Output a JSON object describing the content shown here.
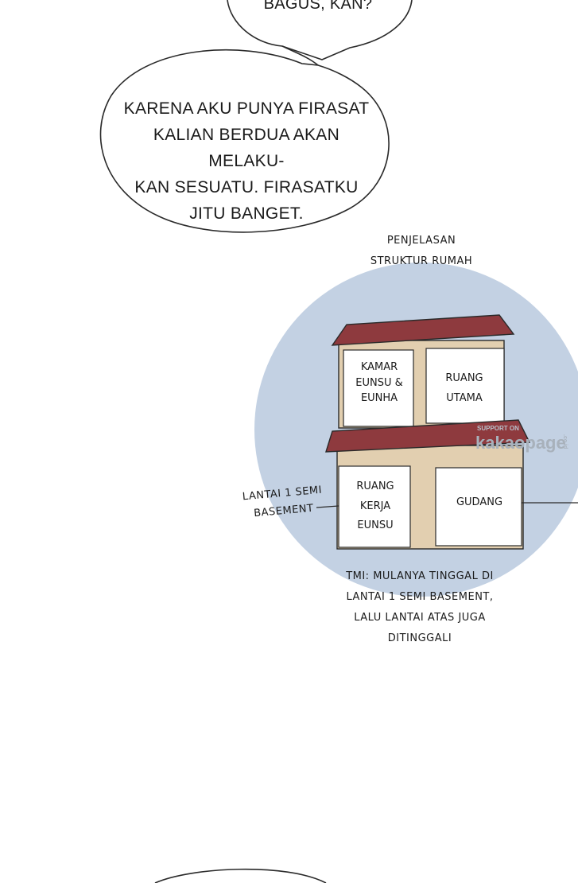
{
  "bubbles": {
    "top_text": "BAGUS, KAN?",
    "main_lines": [
      "KARENA AKU PUNYA FIRASAT",
      "KALIAN BERDUA AKAN MELAKU-",
      "KAN SESUATU. FIRASATKU",
      "JITU BANGET."
    ]
  },
  "diagram": {
    "title_lines": [
      "PENJELASAN",
      "STRUKTUR RUMAH"
    ],
    "rooms": {
      "kamar": [
        "KAMAR",
        "EUNSU &",
        "EUNHA"
      ],
      "utama": [
        "RUANG",
        "UTAMA"
      ],
      "kerja": [
        "RUANG",
        "KERJA",
        "EUNSU"
      ],
      "gudang": [
        "GUDANG"
      ]
    },
    "side_label_lines": [
      "LANTAI 1 SEMI",
      "BASEMENT"
    ],
    "note_lines": [
      "TMI: MULANYA TINGGAL DI",
      "LANTAI 1 SEMI BASEMENT,",
      "LALU LANTAI ATAS JUGA",
      "DITINGGALI"
    ]
  },
  "watermark": {
    "small": "SUPPORT ON",
    "brand": "kakaopage",
    "domain": ".co.id"
  },
  "colors": {
    "circle": "#c3d1e3",
    "roof": "#8e3a3e",
    "wall": "#e2cfb0",
    "panel": "#ffffff"
  }
}
